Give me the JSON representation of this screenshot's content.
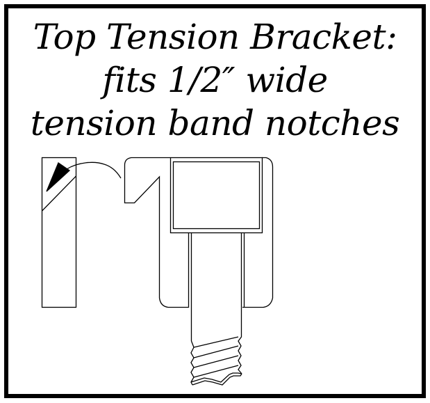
{
  "title": {
    "line1": "Top Tension Bracket:",
    "line2": "fits 1/2″ wide",
    "line3": "tension band notches"
  },
  "colors": {
    "line": "#000000",
    "background": "#ffffff",
    "frame": "#000000"
  },
  "parts": [
    {
      "name": "tension-band-bar",
      "shape": "rectangle with diagonal notch line"
    },
    {
      "name": "direction-arrow",
      "shape": "curved arrow from bar to bracket notch"
    },
    {
      "name": "top-tension-bracket",
      "shape": "bracket with hooked notch"
    },
    {
      "name": "carriage-bolt-head",
      "shape": "square head"
    },
    {
      "name": "threaded-shaft",
      "shape": "bolt shaft with threads"
    }
  ]
}
